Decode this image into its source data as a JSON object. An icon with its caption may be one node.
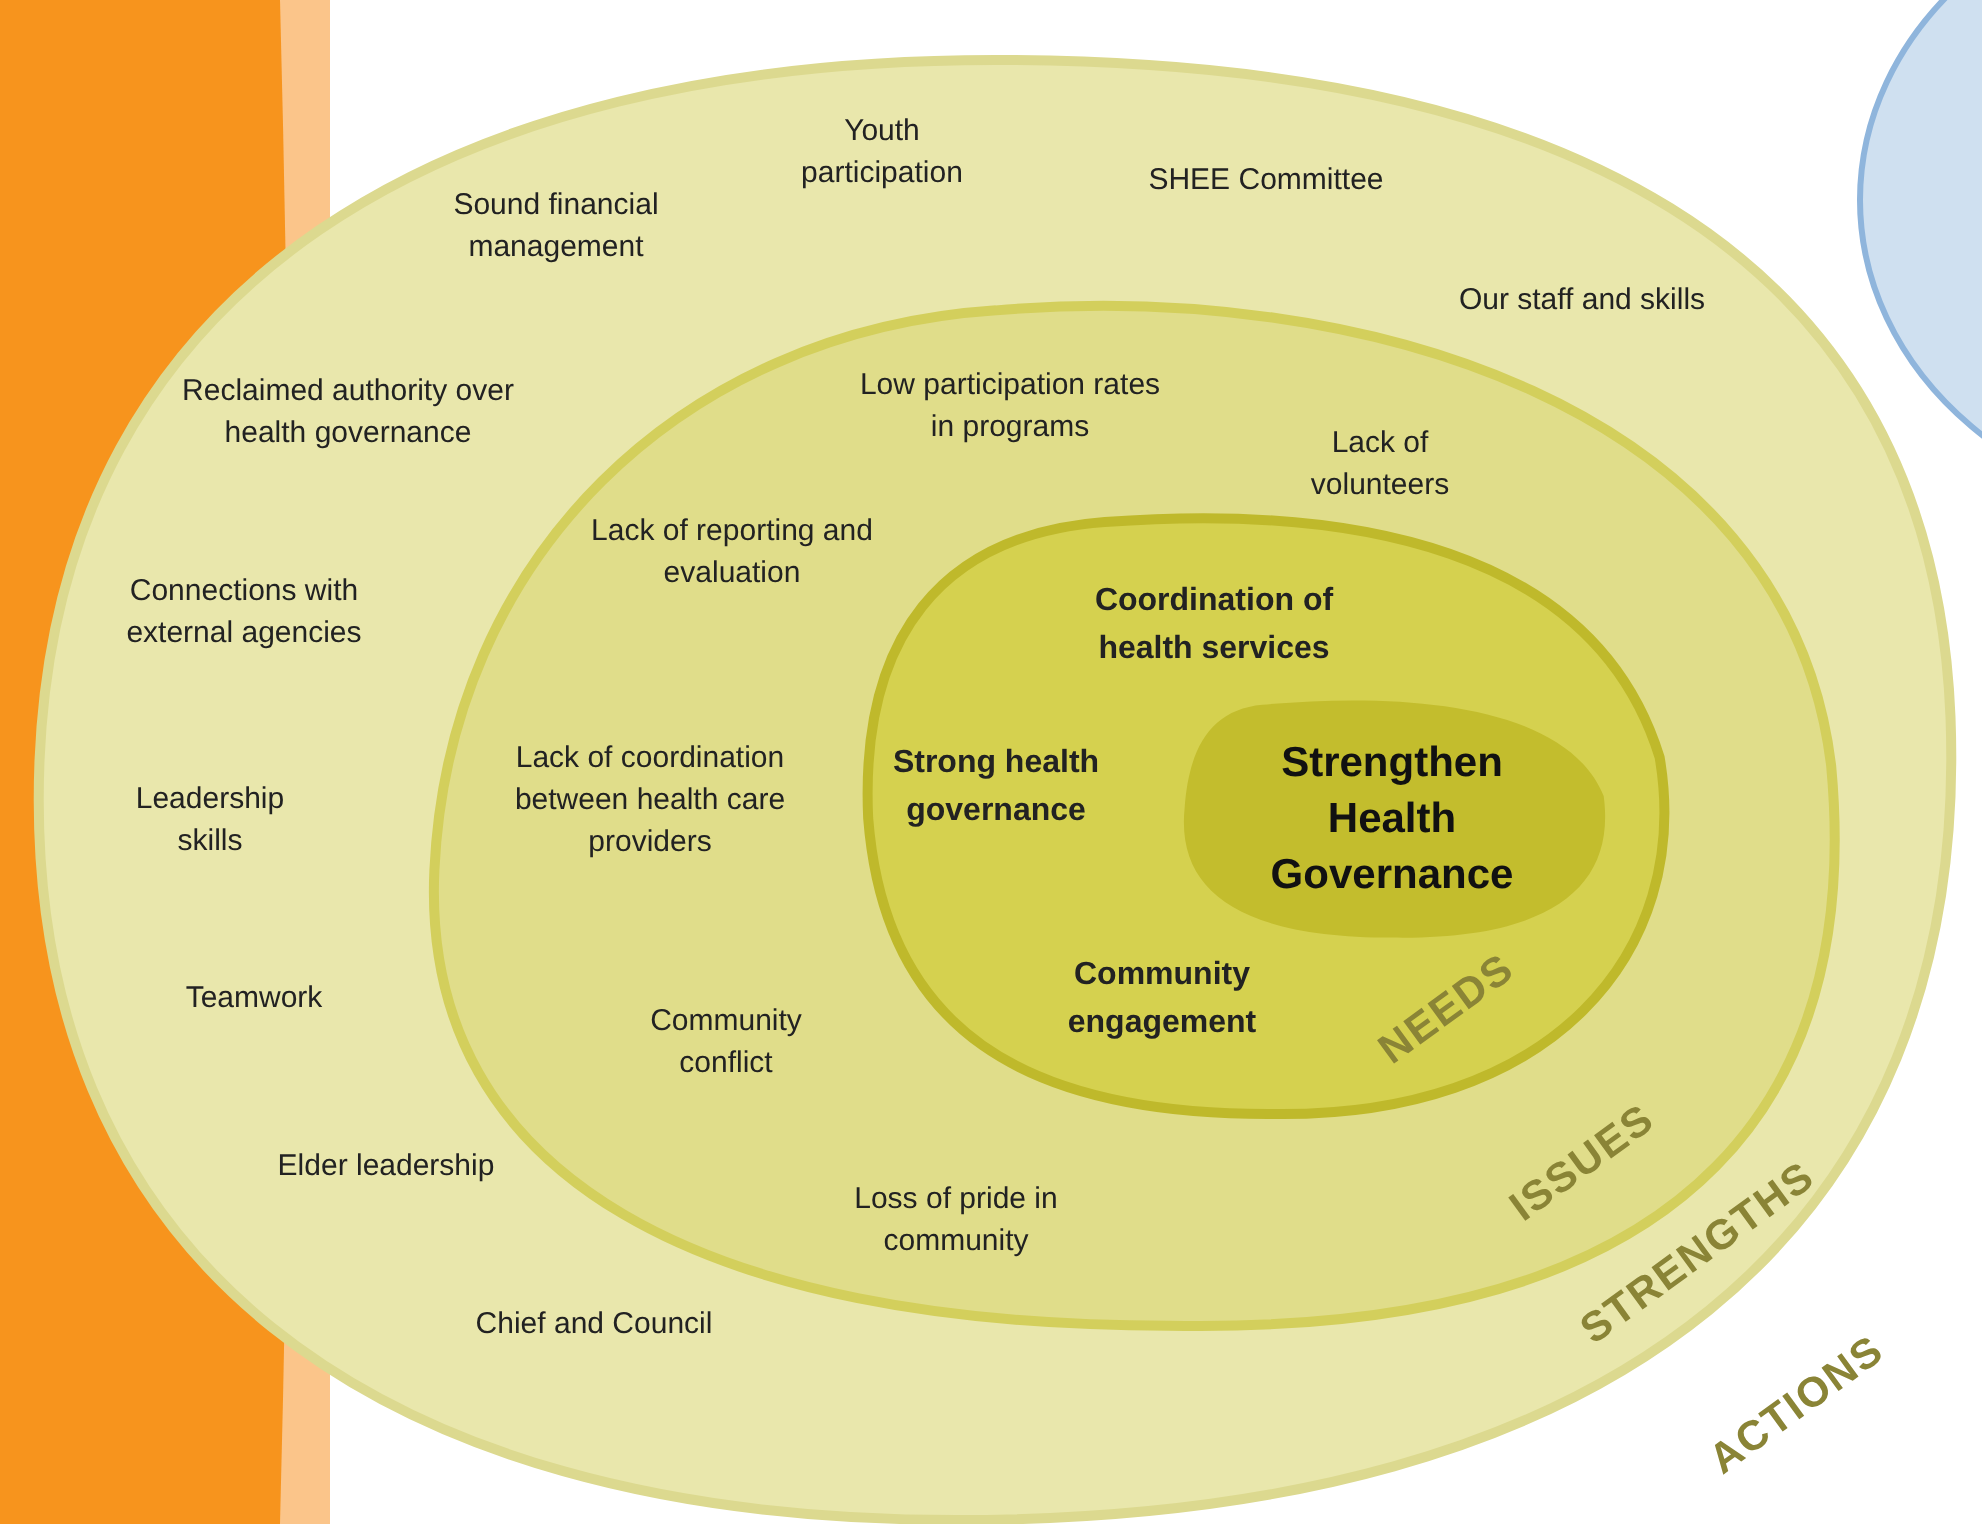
{
  "diagram": {
    "nodes": [
      {
        "text": [
          "STRENGTHS"
        ]
      },
      {
        "text": [
          "ISSUES"
        ],
        "in": 0
      },
      {
        "text": [
          "NEEDS"
        ],
        "in": 1
      },
      {
        "text": [
          "Strengthen Health Governance"
        ],
        "in": 2
      }
    ],
    "labels": [
      "Youth participation",
      "Sound financial management",
      "SHEE Committee",
      "Our staff and skills",
      "Low participation rates in programs",
      "Reclaimed authority over health governance",
      "Lack of volunteers",
      "Lack of reporting and evaluation",
      "Connections with external agencies",
      "Coordination of health services",
      "Strong health governance",
      "Lack of coordination between health care providers",
      "Leadership skills",
      "Teamwork",
      "Community engagement",
      "Community conflict",
      "Elder leadership",
      "Loss of pride in community",
      "Chief and Council",
      "ACTIONS"
    ]
  }
}
